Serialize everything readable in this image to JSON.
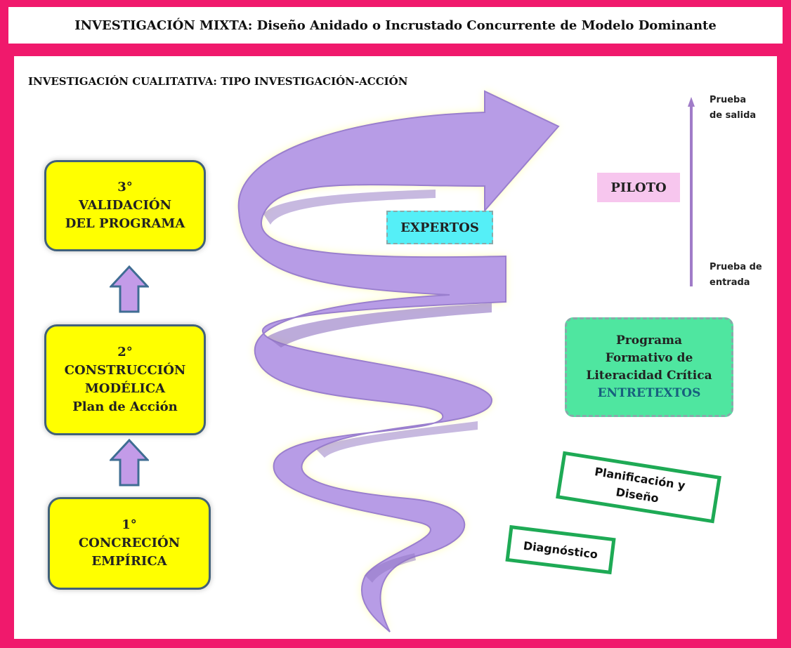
{
  "title": "INVESTIGACIÓN MIXTA: Diseño Anidado o Incrustado Concurrente de Modelo Dominante",
  "subtitle": "INVESTIGACIÓN CUALITATIVA: TIPO INVESTIGACIÓN-ACCIÓN",
  "stages": [
    {
      "lines": [
        "1°",
        "CONCRECIÓN",
        "EMPÍRICA"
      ]
    },
    {
      "lines": [
        "2°",
        "CONSTRUCCIÓN",
        "MODÉLICA",
        "Plan de Acción"
      ]
    },
    {
      "lines": [
        "3°",
        "VALIDACIÓN",
        "DEL PROGRAMA"
      ]
    }
  ],
  "spiral_labels": {
    "expertos": "EXPERTOS",
    "piloto": "PILOTO",
    "programa": [
      "Programa",
      "Formativo de",
      "Literacidad Crítica",
      "ENTRETEXTOS"
    ],
    "planificacion": [
      "Planificación y",
      "Diseño"
    ],
    "diagnostico": "Diagnóstico"
  },
  "scale": {
    "top": [
      "Prueba",
      "de salida"
    ],
    "bottom": [
      "Prueba de",
      "entrada"
    ]
  },
  "colors": {
    "frame": "#f0196c",
    "stage_fill": "#ffff00",
    "spiral": "#b79ce6",
    "expertos": "#55eff7",
    "piloto": "#f7c6ee",
    "programa": "#4fe6a0",
    "box_border": "#1eaa55"
  }
}
